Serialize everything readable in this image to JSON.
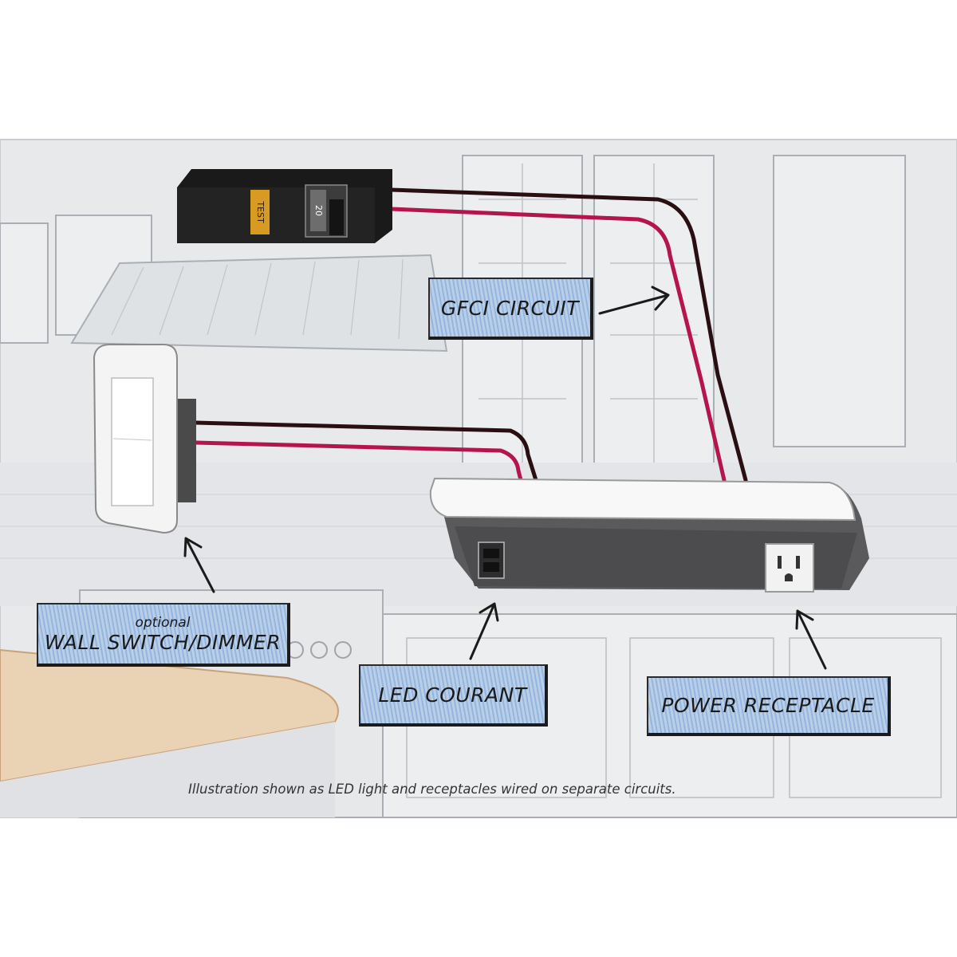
{
  "breaker": {
    "test_label": "TEST",
    "rating_label": "20"
  },
  "labels": {
    "gfci": "GFCI CIRCUIT",
    "wall_switch_prefix": "optional",
    "wall_switch": "WALL SWITCH/DIMMER",
    "led_courant": "LED COURANT",
    "power_receptacle": "POWER RECEPTACLE"
  },
  "caption": "Illustration shown as LED light and receptacles wired on separate circuits.",
  "colors": {
    "hot_wire": "#b5154f",
    "neutral_wire": "#2a0f12",
    "label_fill": "#b9cfe8",
    "background_sketch": "#d9dde0"
  }
}
